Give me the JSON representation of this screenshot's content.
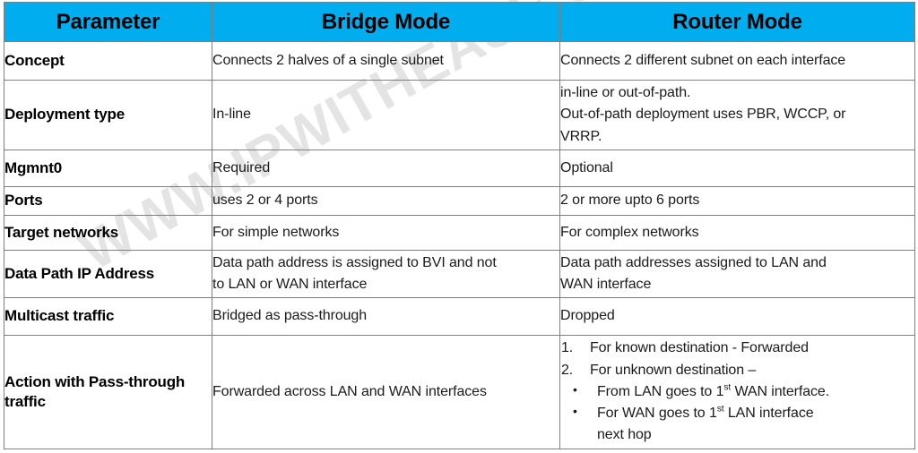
{
  "watermark": {
    "text": "WWW.IPWITHEASE.COM",
    "color": "#d4d4d4"
  },
  "theme": {
    "header_bg": "#00AEEF",
    "header_text": "#000000",
    "grid_line": "#7f7f7f",
    "body_text": "#1a1a1a",
    "page_bg": "#ffffff"
  },
  "table": {
    "columns": [
      "Parameter",
      "Bridge Mode",
      "Router Mode"
    ],
    "rows": [
      {
        "parameter": "Concept",
        "bridge": [
          "Connects 2 halves of a single subnet"
        ],
        "router": [
          "Connects 2 different subnet on each interface"
        ]
      },
      {
        "parameter": "Deployment type",
        "bridge": [
          "In-line"
        ],
        "router": [
          "in-line or out-of-path.",
          "Out-of-path deployment uses PBR, WCCP, or",
          "VRRP."
        ]
      },
      {
        "parameter": "Mgmnt0",
        "bridge": [
          "Required"
        ],
        "router": [
          "Optional"
        ]
      },
      {
        "parameter": "Ports",
        "bridge": [
          "uses 2 or 4 ports"
        ],
        "router": [
          "2 or more upto 6 ports"
        ]
      },
      {
        "parameter": "Target networks",
        "bridge": [
          "For simple networks"
        ],
        "router": [
          "For complex networks"
        ]
      },
      {
        "parameter": "Data Path IP Address",
        "bridge": [
          "Data path address is assigned to BVI and not",
          "to LAN or WAN interface"
        ],
        "router": [
          "Data path addresses assigned to LAN and",
          "WAN interface"
        ]
      },
      {
        "parameter": "Multicast traffic",
        "bridge": [
          "Bridged as pass-through"
        ],
        "router": [
          "Dropped"
        ]
      },
      {
        "parameter": "Action with Pass-through traffic",
        "bridge": [
          "Forwarded across LAN and WAN interfaces"
        ],
        "router_list": {
          "items": [
            {
              "marker": "1.",
              "text": "For known destination - Forwarded"
            },
            {
              "marker": "2.",
              "text": "For unknown destination –"
            }
          ],
          "bullets": [
            {
              "bullet": "•",
              "pre": "From LAN goes to 1",
              "sup": "st",
              "post": " WAN interface."
            },
            {
              "bullet": "•",
              "pre": "For WAN goes to 1",
              "sup": "st",
              "post": " LAN interface"
            },
            {
              "bullet": "",
              "pre": "next hop",
              "sup": "",
              "post": ""
            }
          ]
        }
      }
    ]
  }
}
